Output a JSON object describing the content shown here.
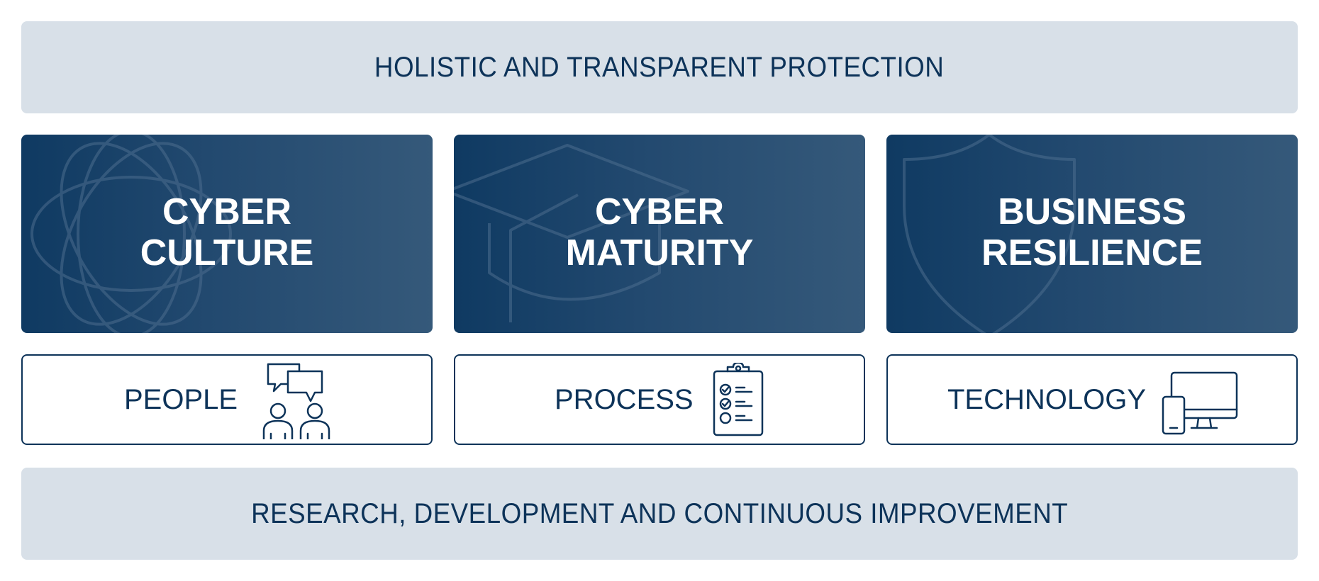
{
  "banners": {
    "top": "HOLISTIC AND TRANSPARENT PROTECTION",
    "bottom": "RESEARCH, DEVELOPMENT AND CONTINUOUS IMPROVEMENT"
  },
  "pillars": [
    {
      "line1": "CYBER",
      "line2": "CULTURE",
      "bg_icon": "atom-icon"
    },
    {
      "line1": "CYBER",
      "line2": "MATURITY",
      "bg_icon": "graduation-cap-icon"
    },
    {
      "line1": "BUSINESS",
      "line2": "RESILIENCE",
      "bg_icon": "shield-icon"
    }
  ],
  "boxes": [
    {
      "label": "PEOPLE",
      "icon": "people-chat-icon"
    },
    {
      "label": "PROCESS",
      "icon": "checklist-clipboard-icon"
    },
    {
      "label": "TECHNOLOGY",
      "icon": "devices-icon"
    }
  ],
  "colors": {
    "navy": "#0d3359",
    "banner_bg": "#d8e0e8",
    "pillar_gradient_start": "#0f3a62",
    "pillar_gradient_end": "#35597a"
  }
}
